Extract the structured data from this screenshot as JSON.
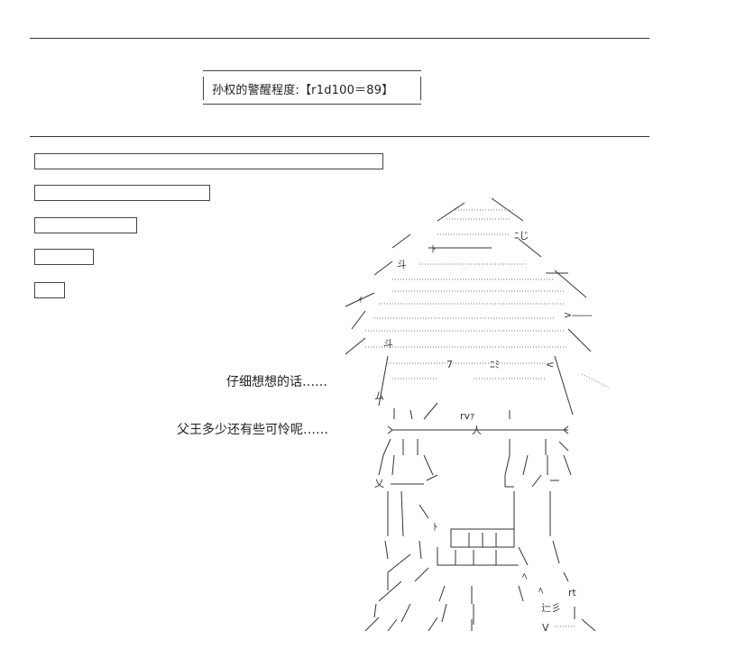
{
  "roll": {
    "text": "孙权的警醒程度:【r1d100＝89】"
  },
  "bars": [
    {
      "fraction": 1.0
    },
    {
      "fraction": 0.5
    },
    {
      "fraction": 0.29
    },
    {
      "fraction": 0.17
    },
    {
      "fraction": 0.08
    }
  ],
  "dialogue": {
    "line1": "仔细想想的话……",
    "line2": "父王多少还有些可怜呢……"
  },
  "ascii_art": {
    "glyphs": [
      "ﾆじ",
      "ﾄ",
      "斗",
      "ｨ",
      ">――",
      "斗",
      "7",
      "ﾆﾐ",
      "<",
      "ム",
      "rvｧ",
      "人",
      "乂",
      "ﾄ",
      "ﾍ",
      "ﾍ",
      "rt",
      "辷彡",
      "V"
    ]
  }
}
